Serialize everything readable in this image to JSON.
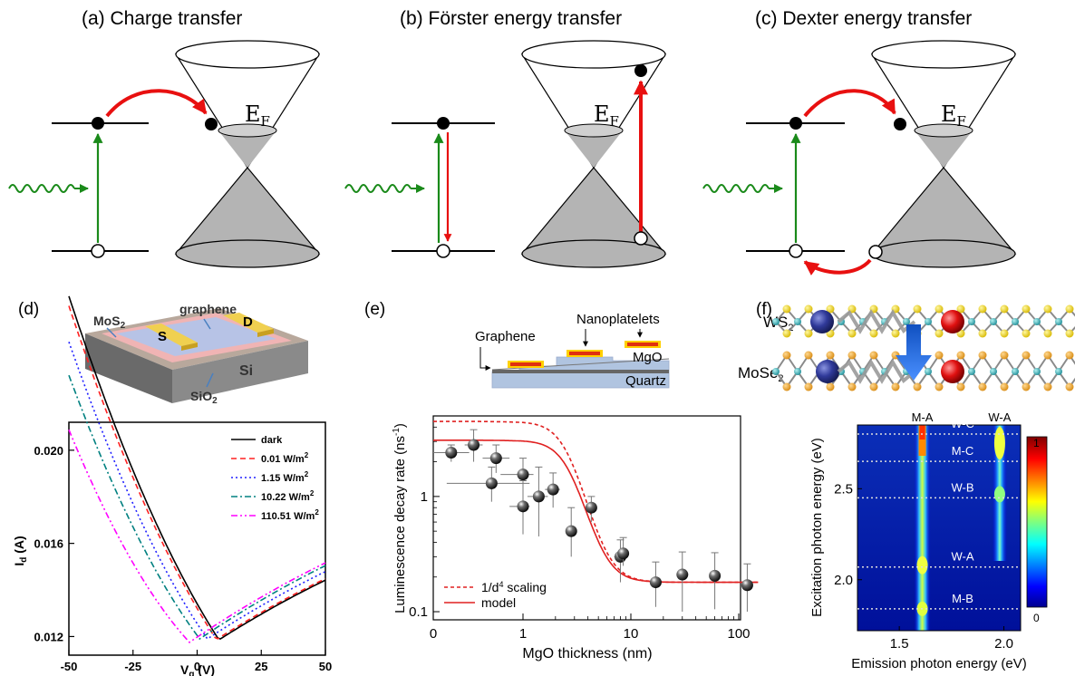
{
  "figure": {
    "panel_a": {
      "label": "(a)",
      "title": "Charge transfer",
      "fermi": "E",
      "fermi_sub": "F"
    },
    "panel_b": {
      "label": "(b)",
      "title": "Förster energy transfer",
      "fermi": "E",
      "fermi_sub": "F"
    },
    "panel_c": {
      "label": "(c)",
      "title": "Dexter energy transfer",
      "fermi": "E",
      "fermi_sub": "F"
    },
    "panel_d": {
      "label": "(d)",
      "device_labels": {
        "mos2": "MoS2",
        "graphene": "graphene",
        "source": "S",
        "drain": "D",
        "si": "Si",
        "sio2": "SiO2"
      }
    },
    "panel_e": {
      "label": "(e)",
      "inset_labels": {
        "graphene": "Graphene",
        "nanoplatelets": "Nanoplatelets",
        "mgo": "MgO",
        "quartz": "Quartz"
      }
    },
    "panel_f": {
      "label": "(f)",
      "layer_top": "WS2",
      "layer_bottom": "MoSe2",
      "colorbar_max": "1",
      "colorbar_min": "0"
    },
    "colors": {
      "green_arrow": "#1a8a1a",
      "red_arrow": "#e81010",
      "cone_fill": "#b4b4b4",
      "nanoplatelet": "#ffd000"
    }
  },
  "chart_data": [
    {
      "type": "line",
      "panel": "d",
      "xlabel": "Vg (V)",
      "ylabel": "Id (A)",
      "xlim": [
        -50,
        50
      ],
      "ylim": [
        0.0112,
        0.0212
      ],
      "xticks": [
        "-50",
        "-25",
        "0",
        "25",
        "50"
      ],
      "yticks": [
        "0.012",
        "0.016",
        "0.020"
      ],
      "legend_position": "top-right",
      "series": [
        {
          "name": "dark",
          "color": "#000000",
          "dash": "",
          "v0": 8.5,
          "a": 0.00017,
          "b": 7e-05,
          "imin": 0.01186
        },
        {
          "name": "0.01 W/m2",
          "color": "#ff2020",
          "dash": "6,4",
          "v0": 7.5,
          "a": 0.000168,
          "b": 7e-05,
          "imin": 0.01187
        },
        {
          "name": "1.15 W/m2",
          "color": "#2020ff",
          "dash": "2,3",
          "v0": 4,
          "a": 0.000158,
          "b": 7.2e-05,
          "imin": 0.0119
        },
        {
          "name": "10.22 W/m2",
          "color": "#008080",
          "dash": "7,3,2,3",
          "v0": 1,
          "a": 0.000146,
          "b": 7.4e-05,
          "imin": 0.0119
        },
        {
          "name": "110.51 W/m2",
          "color": "#ff00ff",
          "dash": "7,3,2,3,2,3",
          "v0": -3,
          "a": 0.00012,
          "b": 7.5e-05,
          "imin": 0.01175
        }
      ],
      "legend_labels": [
        {
          "text": "dark",
          "sup": ""
        },
        {
          "text": "0.01 W/m",
          "sup": "2"
        },
        {
          "text": "1.15  W/m",
          "sup": "2"
        },
        {
          "text": "10.22 W/m",
          "sup": "2"
        },
        {
          "text": "110.51 W/m",
          "sup": "2"
        }
      ],
      "axis_text": {
        "ylabel": "I",
        "ylabel_sub": "d",
        "ylabel_unit": " (A)",
        "xlabel": "V",
        "xlabel_sub": "g",
        "xlabel_unit": " (V)"
      }
    },
    {
      "type": "scatter",
      "panel": "e",
      "xlabel": "MgO thickness (nm)",
      "ylabel": "Luminescence decay rate (ns-1)",
      "xscale": "linear 0-1, log 1-150",
      "yscale": "log",
      "ylim": [
        0.085,
        5
      ],
      "xticks": [
        "0",
        "1",
        "10",
        "100"
      ],
      "yticks": [
        "0.1",
        "1"
      ],
      "points": [
        {
          "x": 0.2,
          "y": 2.4,
          "xerr": 0.2,
          "yerr_lo": 0.4,
          "yerr_hi": 0.4
        },
        {
          "x": 0.45,
          "y": 2.8,
          "xerr": 0.1,
          "yerr_lo": 0.8,
          "yerr_hi": 1.0
        },
        {
          "x": 0.65,
          "y": 1.3,
          "xerr": 0.5,
          "yerr_lo": 0.4,
          "yerr_hi": 0.5
        },
        {
          "x": 0.7,
          "y": 2.15,
          "xerr": 0.15,
          "yerr_lo": 0.55,
          "yerr_hi": 0.65
        },
        {
          "x": 1.0,
          "y": 1.55,
          "xerr": 0.25,
          "yerr_lo": 0.5,
          "yerr_hi": 0.6
        },
        {
          "x": 1.0,
          "y": 0.82,
          "xerr": 0.15,
          "yerr_lo": 0.35,
          "yerr_hi": 0.55
        },
        {
          "x": 1.4,
          "y": 1.0,
          "xerr": 0.3,
          "yerr_lo": 0.55,
          "yerr_hi": 0.8
        },
        {
          "x": 1.9,
          "y": 1.15,
          "xerr": 0.3,
          "yerr_lo": 0.35,
          "yerr_hi": 0.45
        },
        {
          "x": 2.8,
          "y": 0.5,
          "xerr": 0.3,
          "yerr_lo": 0.2,
          "yerr_hi": 0.3
        },
        {
          "x": 4.3,
          "y": 0.8,
          "xerr": 0.4,
          "yerr_lo": 0.2,
          "yerr_hi": 0.2
        },
        {
          "x": 8.0,
          "y": 0.3,
          "xerr": 1.0,
          "yerr_lo": 0.12,
          "yerr_hi": 0.12
        },
        {
          "x": 8.5,
          "y": 0.32,
          "xerr": 0.8,
          "yerr_lo": 0.07,
          "yerr_hi": 0.12
        },
        {
          "x": 17,
          "y": 0.18,
          "xerr": 0,
          "yerr_lo": 0.07,
          "yerr_hi": 0.09
        },
        {
          "x": 30,
          "y": 0.21,
          "xerr": 0,
          "yerr_lo": 0.11,
          "yerr_hi": 0.12
        },
        {
          "x": 60,
          "y": 0.205,
          "xerr": 0,
          "yerr_lo": 0.1,
          "yerr_hi": 0.12
        },
        {
          "x": 120,
          "y": 0.17,
          "xerr": 0,
          "yerr_lo": 0.07,
          "yerr_hi": 0.09
        }
      ],
      "series": [
        {
          "name": "1/d4 scaling",
          "color": "#e02020",
          "dash": "4,3",
          "g0": 4.3,
          "d0": 2.6
        },
        {
          "name": "model",
          "color": "#e02020",
          "dash": "",
          "g0": 2.9,
          "d0": 2.7
        }
      ],
      "baseline": 0.18,
      "legend_labels": [
        {
          "text": "1/d",
          "sup": "4",
          "tail": " scaling"
        },
        {
          "text": "model",
          "sup": "",
          "tail": ""
        }
      ],
      "axis_text": {
        "ylabel": "Luminescence decay rate (ns",
        "ylabel_sup": "-1",
        "ylabel_tail": ")"
      }
    },
    {
      "type": "heatmap",
      "panel": "f",
      "xlabel": "Emission photon energy (eV)",
      "ylabel": "Excitation photon energy (eV)",
      "xlim": [
        1.3,
        2.08
      ],
      "ylim": [
        1.72,
        2.85
      ],
      "xticks": [
        "1.5",
        "2.0"
      ],
      "yticks": [
        "2.0",
        "2.5"
      ],
      "colorbar": [
        0,
        1
      ],
      "emission_peaks": [
        {
          "label": "M-A",
          "energy": 1.61
        },
        {
          "label": "W-A",
          "energy": 1.98
        }
      ],
      "excitation_resonances": [
        {
          "label": "W-C",
          "energy": 2.8
        },
        {
          "label": "M-C",
          "energy": 2.65
        },
        {
          "label": "W-B",
          "energy": 2.45
        },
        {
          "label": "W-A",
          "energy": 2.07
        },
        {
          "label": "M-B",
          "energy": 1.84
        }
      ]
    }
  ]
}
